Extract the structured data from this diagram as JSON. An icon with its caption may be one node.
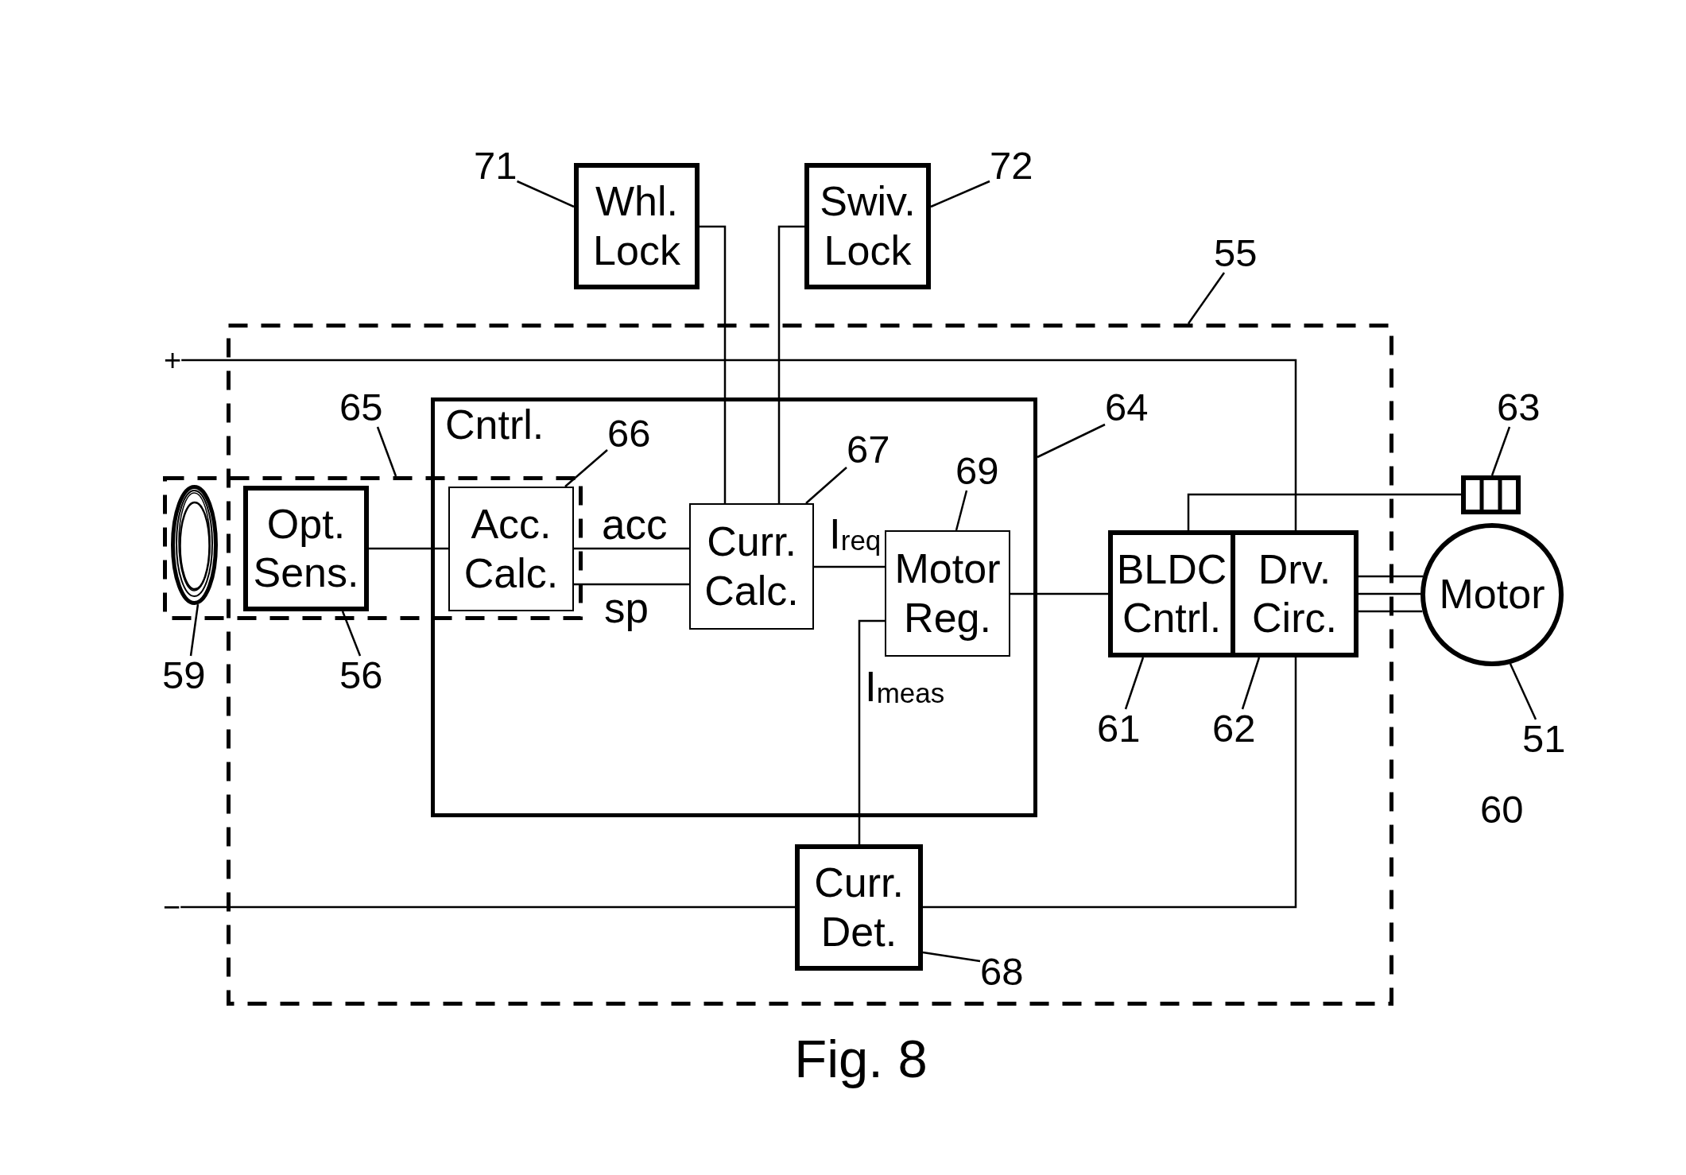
{
  "diagram": {
    "caption": "Fig. 8",
    "nodes": [
      {
        "text": [
          "71"
        ]
      },
      {
        "text": [
          "Whl. Lock"
        ]
      },
      {
        "text": [
          "Swiv. Lock"
        ]
      },
      {
        "text": [
          "72"
        ]
      },
      {
        "text": [
          "55"
        ]
      },
      {
        "text": [],
        "shape": "box"
      },
      {
        "text": [
          "+"
        ]
      },
      {
        "text": [
          "65"
        ],
        "in": 5
      },
      {
        "text": [
          "Cntrl."
        ],
        "in": 5
      },
      {
        "text": [
          "66"
        ],
        "in": 8
      },
      {
        "text": [
          "67"
        ],
        "in": 8
      },
      {
        "text": [
          "64"
        ],
        "in": 5
      },
      {
        "text": [
          "69"
        ],
        "in": 8
      },
      {
        "text": [
          "63"
        ]
      },
      {
        "text": [],
        "shape": "box"
      },
      {
        "text": [],
        "shape": "box"
      },
      {
        "text": [],
        "shape": "ellipse",
        "in": 15
      },
      {
        "text": [
          "Opt. Sens."
        ],
        "in": 15
      },
      {
        "text": [
          "Acc. Calc."
        ]
      },
      {
        "text": [
          "Curr. Calc."
        ],
        "in": 8
      },
      {
        "text": [
          "Motor Reg."
        ],
        "in": 8
      },
      {
        "text": [
          "BLDC Cntrl."
        ],
        "in": 5
      },
      {
        "text": [
          "Drv. Circ."
        ],
        "in": 5
      },
      {
        "text": [
          "Motor"
        ]
      },
      {
        "text": [
          "59"
        ]
      },
      {
        "text": [
          "56"
        ],
        "in": 5
      },
      {
        "text": [
          "61"
        ],
        "in": 5
      },
      {
        "text": [
          "62"
        ],
        "in": 5
      },
      {
        "text": [
          "51"
        ]
      },
      {
        "text": [
          "−"
        ]
      },
      {
        "text": [
          "Curr. Det."
        ],
        "in": 5
      },
      {
        "text": [
          "68"
        ],
        "in": 5
      }
    ],
    "edges": [
      {
        "from": 0,
        "to": 1,
        "arrow": "none"
      },
      {
        "from": 3,
        "to": 2,
        "arrow": "none"
      },
      {
        "from": 4,
        "to": 5,
        "arrow": "none"
      },
      {
        "from": 6,
        "to": 22,
        "arrow": "none"
      },
      {
        "from": 7,
        "to": 15,
        "arrow": "none"
      },
      {
        "from": 9,
        "to": 18,
        "arrow": "none"
      },
      {
        "from": 10,
        "to": 19,
        "arrow": "none"
      },
      {
        "from": 11,
        "to": 8,
        "arrow": "none"
      },
      {
        "from": 12,
        "to": 20,
        "arrow": "none"
      },
      {
        "from": 13,
        "to": 14,
        "arrow": "none"
      },
      {
        "from": 1,
        "to": 19,
        "arrow": "none"
      },
      {
        "from": 2,
        "to": 19,
        "arrow": "none"
      },
      {
        "from": 17,
        "to": 18,
        "arrow": "none"
      },
      {
        "from": 18,
        "to": 19,
        "label": "acc",
        "arrow": "none"
      },
      {
        "from": 18,
        "to": 19,
        "label": "sp",
        "arrow": "none"
      },
      {
        "from": 19,
        "to": 20,
        "label": "I$_{req}$",
        "arrow": "none"
      },
      {
        "from": 20,
        "to": 21,
        "arrow": "none"
      },
      {
        "from": 21,
        "to": 14,
        "arrow": "none"
      },
      {
        "from": 22,
        "to": 23,
        "arrow": "none"
      },
      {
        "from": 22,
        "to": 23,
        "arrow": "none"
      },
      {
        "from": 22,
        "to": 23,
        "arrow": "none"
      },
      {
        "from": 24,
        "to": 16,
        "arrow": "none"
      },
      {
        "from": 25,
        "to": 17,
        "arrow": "none"
      },
      {
        "from": 26,
        "to": 21,
        "arrow": "none"
      },
      {
        "from": 27,
        "to": 22,
        "arrow": "none"
      },
      {
        "from": 28,
        "to": 23,
        "arrow": "none"
      },
      {
        "from": 29,
        "to": 30,
        "arrow": "none"
      },
      {
        "from": 30,
        "to": 22,
        "arrow": "none"
      },
      {
        "from": 30,
        "to": 20,
        "label": "I$_{meas}$",
        "arrow": "none"
      },
      {
        "from": 31,
        "to": 30,
        "arrow": "none"
      }
    ],
    "labels": [
      "60"
    ]
  }
}
